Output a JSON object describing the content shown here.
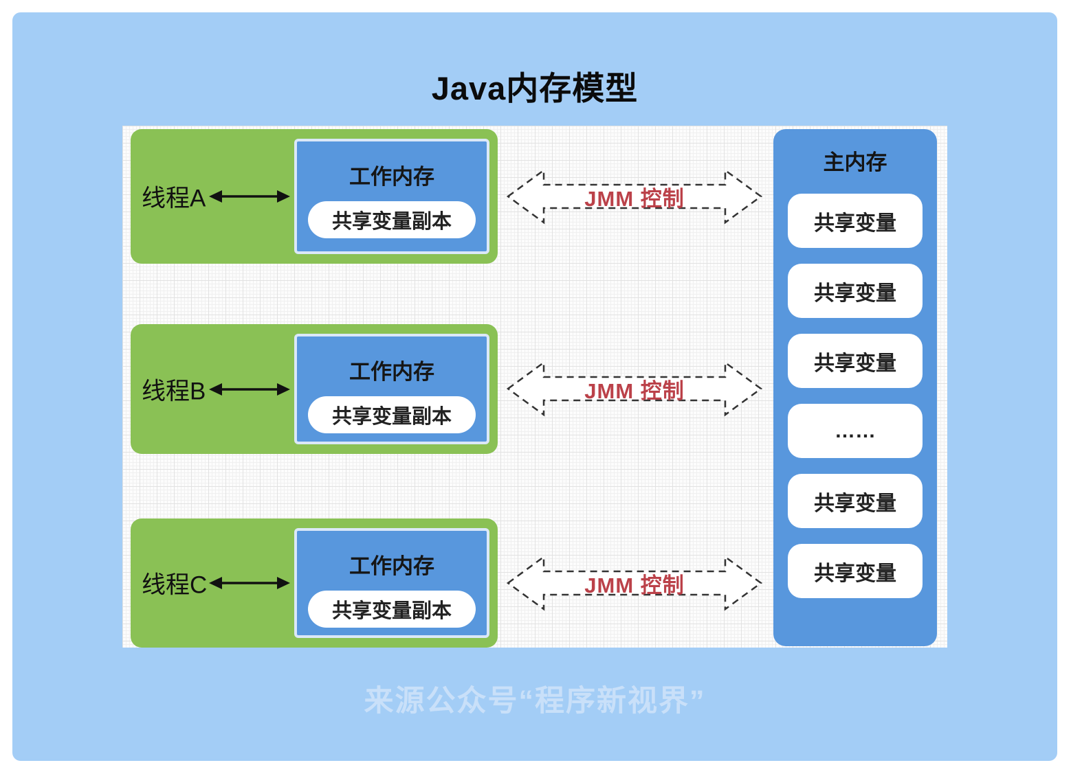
{
  "title": "Java内存模型",
  "watermark": "来源公众号“程序新视界”",
  "colors": {
    "background": "#a3cdf6",
    "green": "#8ac155",
    "blue": "#5897dd",
    "red": "#bb4149",
    "watermark": "#c9e0f9"
  },
  "threads": [
    {
      "label": "线程A",
      "work_memory_title": "工作内存",
      "copy_label": "共享变量副本",
      "jmm_label": "JMM 控制"
    },
    {
      "label": "线程B",
      "work_memory_title": "工作内存",
      "copy_label": "共享变量副本",
      "jmm_label": "JMM 控制"
    },
    {
      "label": "线程C",
      "work_memory_title": "工作内存",
      "copy_label": "共享变量副本",
      "jmm_label": "JMM 控制"
    }
  ],
  "main_memory": {
    "title": "主内存",
    "slots": [
      "共享变量",
      "共享变量",
      "共享变量",
      "……",
      "共享变量",
      "共享变量"
    ]
  }
}
